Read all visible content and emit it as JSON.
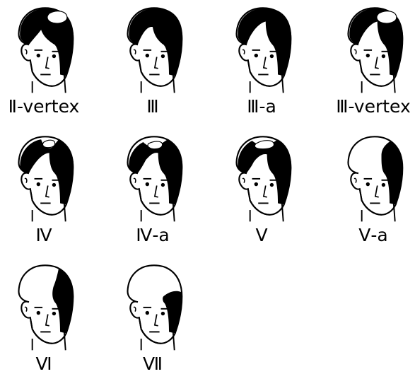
{
  "stages": [
    {
      "label": "Ⅱ-vertex",
      "hair": "vertex"
    },
    {
      "label": "Ⅲ",
      "hair": "temples"
    },
    {
      "label": "Ⅲ-a",
      "hair": "temples-deep"
    },
    {
      "label": "Ⅲ-vertex",
      "hair": "temples-vertex"
    },
    {
      "label": "Ⅳ",
      "hair": "stage4"
    },
    {
      "label": "Ⅳ-a",
      "hair": "stage4a"
    },
    {
      "label": "Ⅴ",
      "hair": "stage5"
    },
    {
      "label": "Ⅴ-a",
      "hair": "stage5a"
    },
    {
      "label": "Ⅵ",
      "hair": "stage6"
    },
    {
      "label": "Ⅶ",
      "hair": "stage7"
    }
  ]
}
